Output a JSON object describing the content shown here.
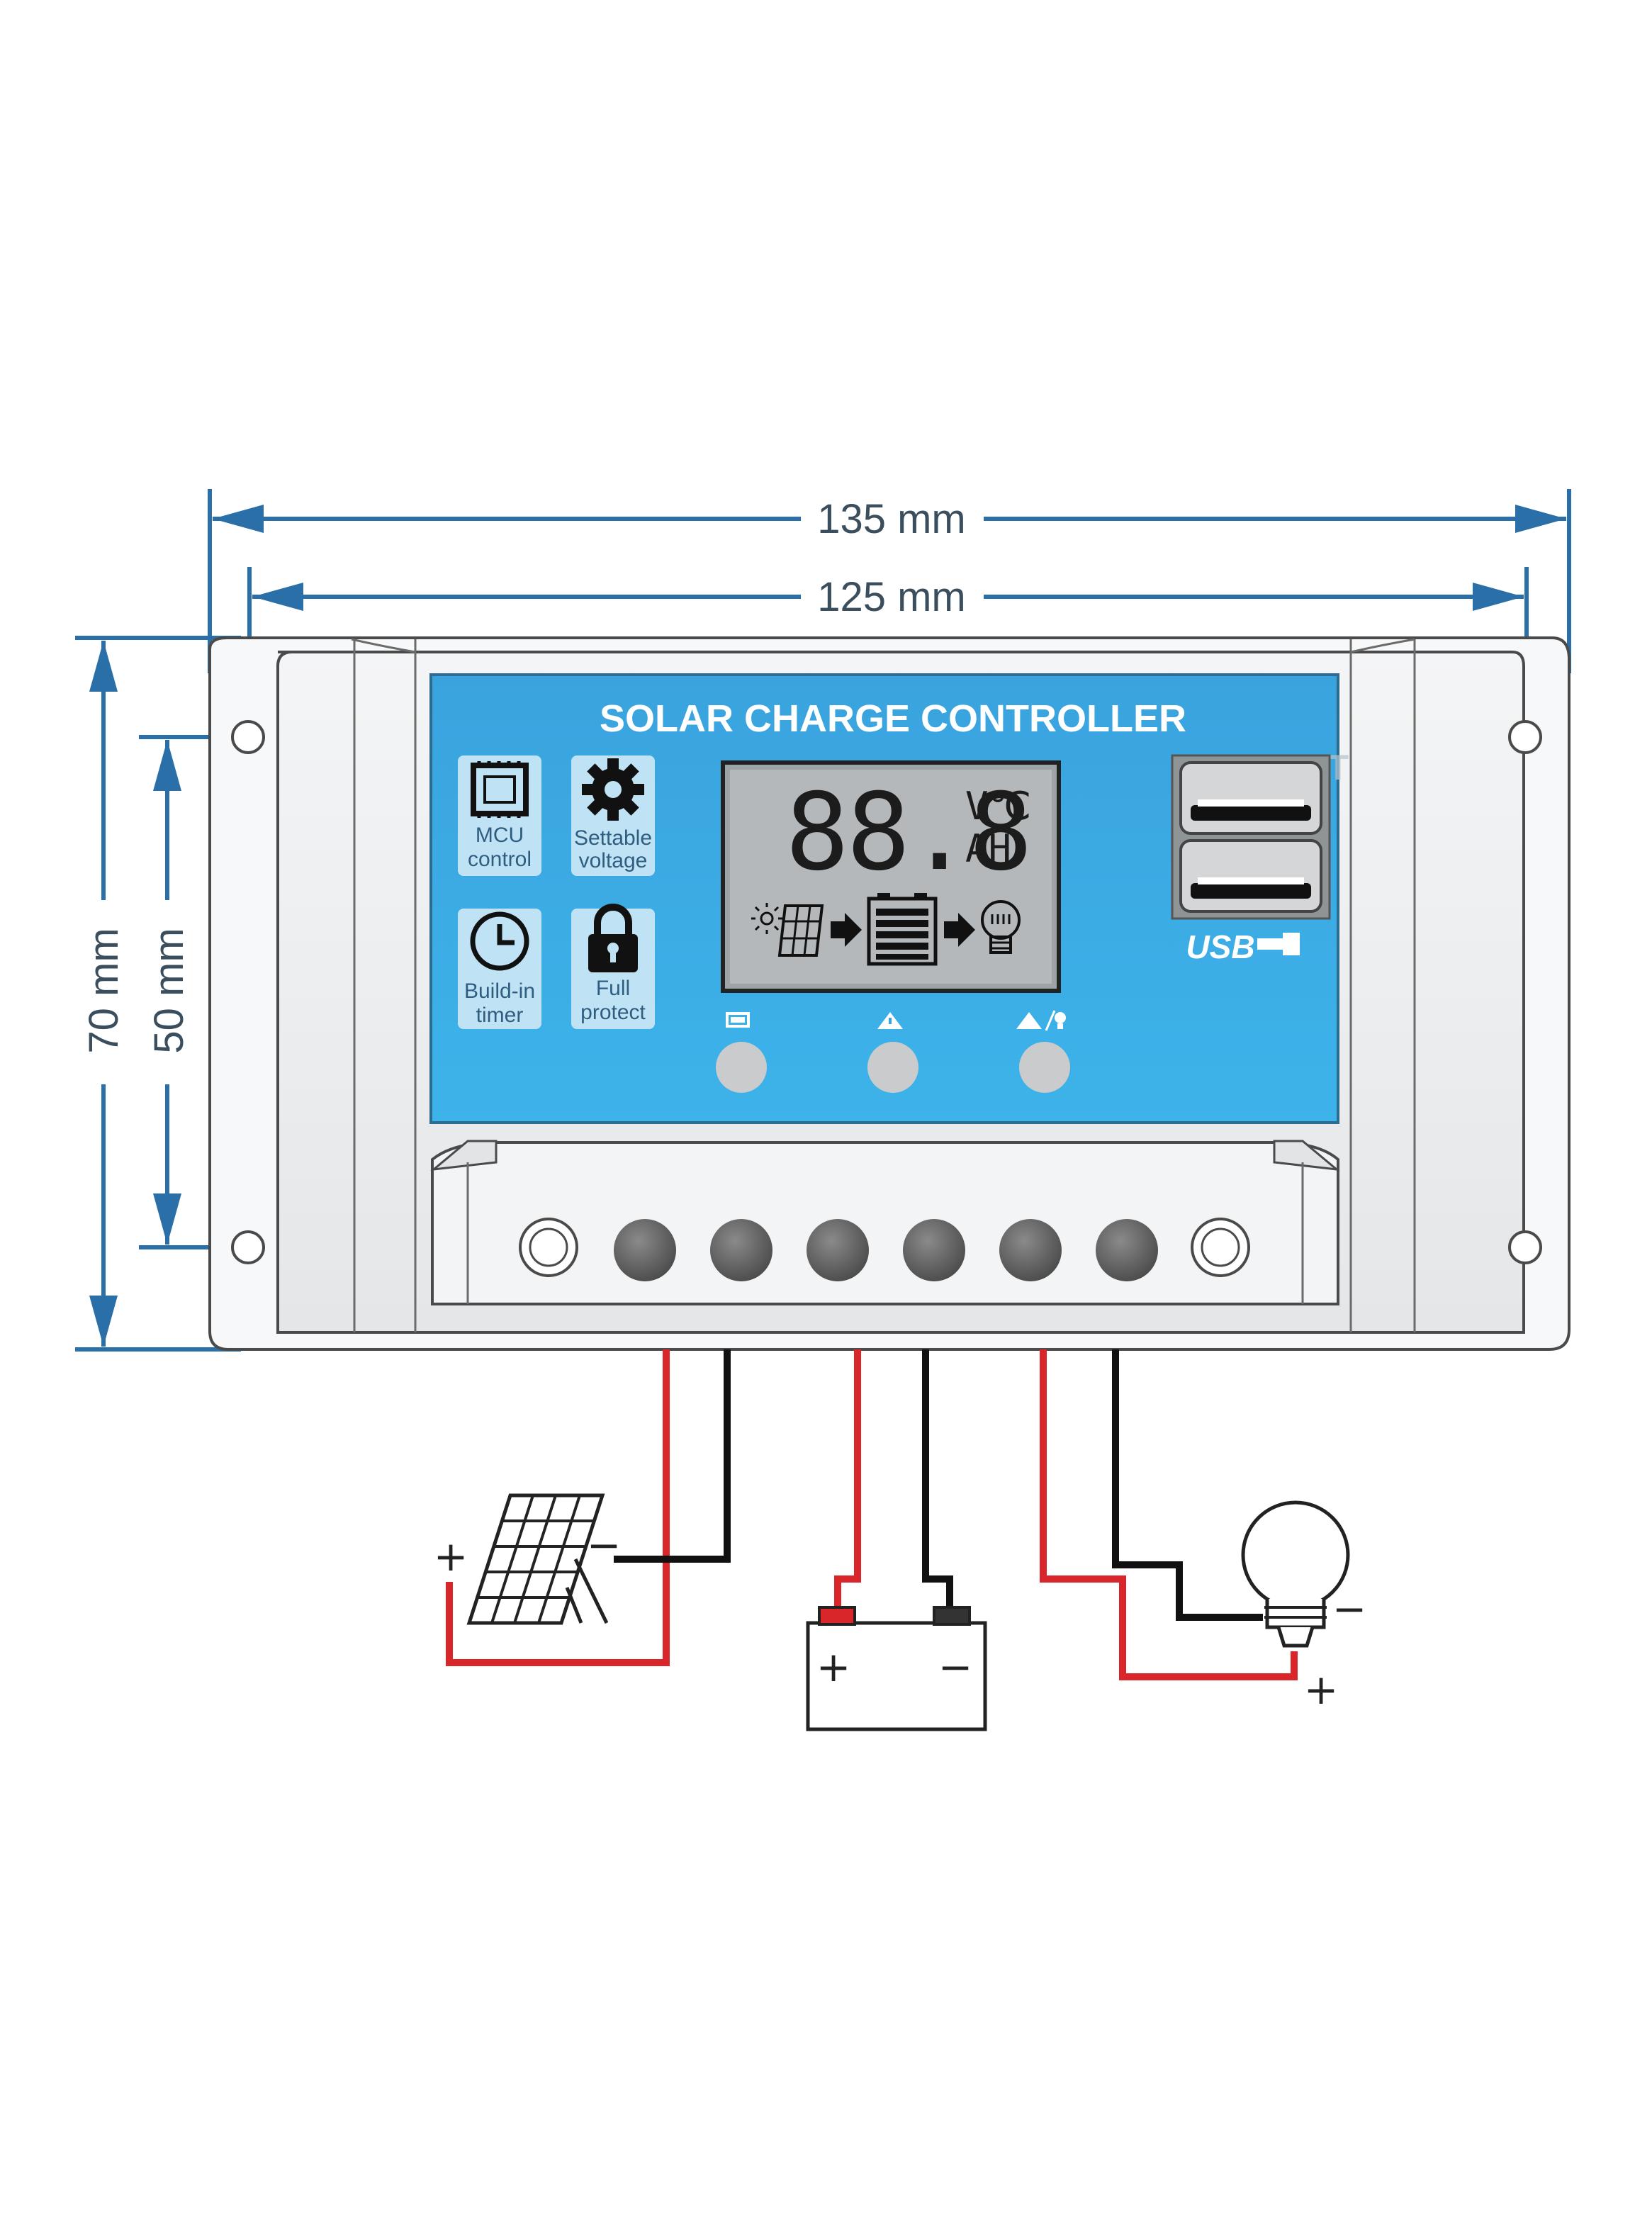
{
  "dimensions": {
    "overall_width": "135 mm",
    "hole_spacing_width": "125 mm",
    "overall_height": "70 mm",
    "hole_spacing_height": "50 mm"
  },
  "panel": {
    "title": "SOLAR CHARGE CONTROLLER",
    "watermark": "SOL T",
    "features": [
      {
        "icon": "chip-icon",
        "line1": "MCU",
        "line2": "control"
      },
      {
        "icon": "gear-icon",
        "line1": "Settable",
        "line2": "voltage"
      },
      {
        "icon": "clock-icon",
        "line1": "Build-in",
        "line2": "timer"
      },
      {
        "icon": "lock-icon",
        "line1": "Full",
        "line2": "protect"
      }
    ],
    "lcd": {
      "digits": "88.8",
      "unit_top": "V℃",
      "unit_bottom": "AH"
    },
    "usb_label": "USB",
    "buttons": [
      "battery-button",
      "warning-button",
      "warning-light-button"
    ]
  },
  "wiring": {
    "solar_plus": "+",
    "solar_minus": "−",
    "battery_plus": "+",
    "battery_minus": "−",
    "load_plus": "+",
    "load_minus": "−"
  },
  "colors": {
    "panel_blue": "#3aa9e3",
    "dim_arrow": "#2a6fa8",
    "wire_red": "#d8262a",
    "wire_black": "#111111"
  }
}
